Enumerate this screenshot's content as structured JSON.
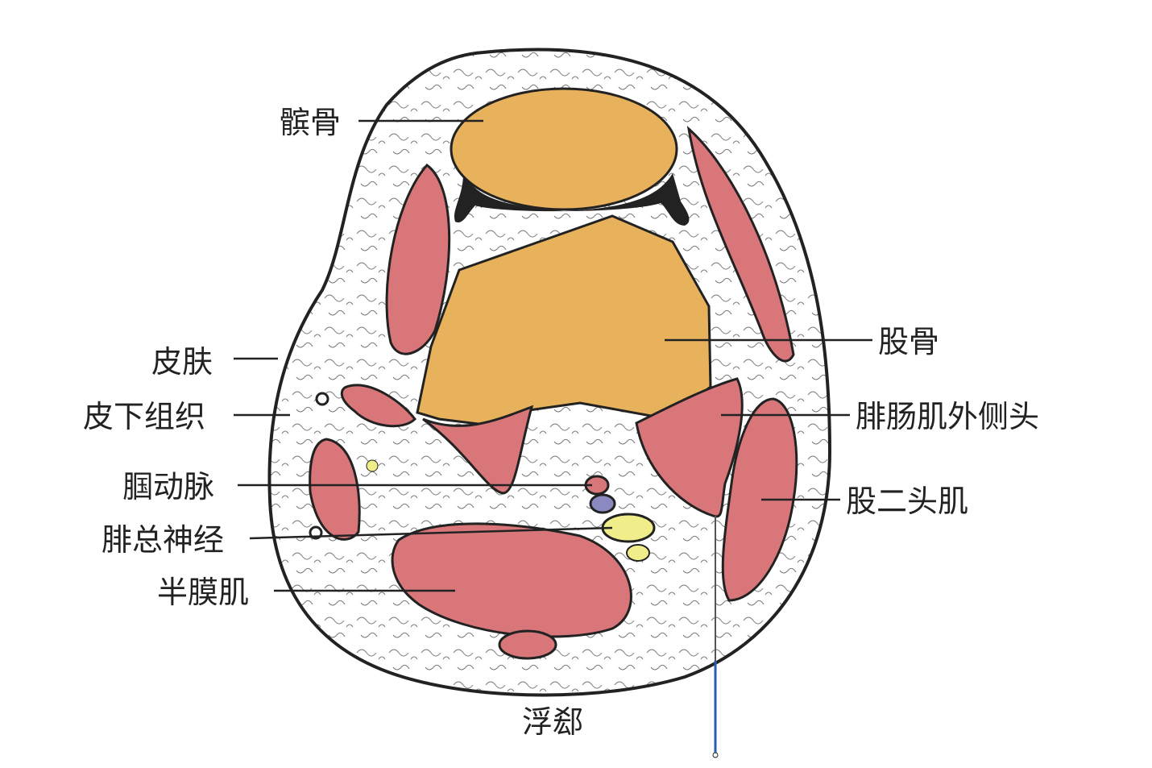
{
  "title": "膝关节横断面 — 浮郄",
  "labels": {
    "patella": "髌骨",
    "femur": "股骨",
    "skin": "皮肤",
    "subcutaneous": "皮下组织",
    "gastrocnemius_lateral": "腓肠肌外侧头",
    "popliteal_artery": "腘动脉",
    "biceps_femoris": "股二头肌",
    "common_peroneal_nerve": "腓总神经",
    "semimembranosus": "半膜肌",
    "acupoint": "浮郄"
  },
  "colors": {
    "bone": "#e8b25c",
    "muscle": "#d9767a",
    "nerve": "#f0ee8a",
    "vein": "#8a8ac0",
    "needle": "#2a5db0"
  }
}
